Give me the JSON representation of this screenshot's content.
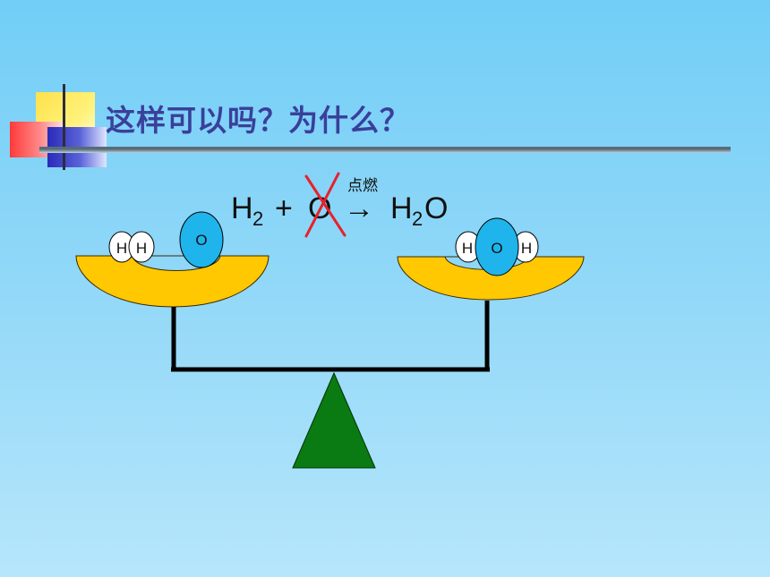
{
  "slide": {
    "title": "这样可以吗？为什么？"
  },
  "equation": {
    "h2_symbol": "H",
    "h2_subscript": "2",
    "plus": "+",
    "o_symbol": "O",
    "arrow": "→",
    "condition": "点燃",
    "product_h": "H",
    "product_subscript": "2",
    "product_o": "O"
  },
  "left_pan": {
    "atom_h1": "H",
    "atom_h2": "H",
    "atom_o": "O"
  },
  "right_pan": {
    "atom_h1": "H",
    "atom_o": "O",
    "atom_h2": "H"
  },
  "colors": {
    "background_top": "#72cef7",
    "background_bottom": "#b6e6fb",
    "title": "#3a3f9a",
    "pan": "#ffc800",
    "oxygen_atom": "#1fb4ec",
    "hydrogen_atom": "#ffffff",
    "fulcrum": "#0a7a12",
    "cross_mark": "#e8202a"
  }
}
